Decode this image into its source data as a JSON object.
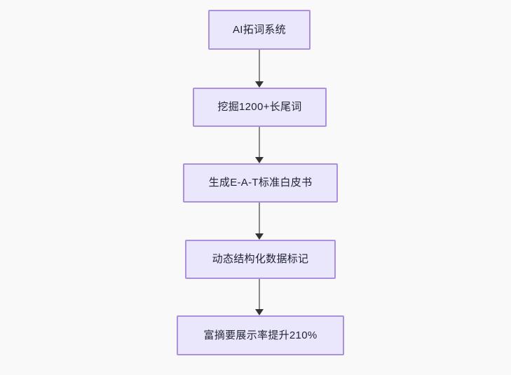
{
  "diagram": {
    "title": "AI SEO flow",
    "background_color": "#f9f9f9",
    "node_fill": "#eae6fc",
    "node_border": "#ab91dd",
    "connector_color": "#8a8a8a",
    "arrowhead_color": "#333333",
    "text_color": "#1f2430",
    "nodes": [
      {
        "id": "node-1",
        "label": "AI拓词系统"
      },
      {
        "id": "node-2",
        "label": "挖掘1200+长尾词"
      },
      {
        "id": "node-3",
        "label": "生成E-A-T标准白皮书"
      },
      {
        "id": "node-4",
        "label": "动态结构化数据标记"
      },
      {
        "id": "node-5",
        "label": "富摘要展示率提升210%"
      }
    ],
    "edges": [
      {
        "id": "edge-1-2",
        "from": "node-1",
        "to": "node-2"
      },
      {
        "id": "edge-2-3",
        "from": "node-2",
        "to": "node-3"
      },
      {
        "id": "edge-3-4",
        "from": "node-3",
        "to": "node-4"
      },
      {
        "id": "edge-4-5",
        "from": "node-4",
        "to": "node-5"
      }
    ]
  }
}
